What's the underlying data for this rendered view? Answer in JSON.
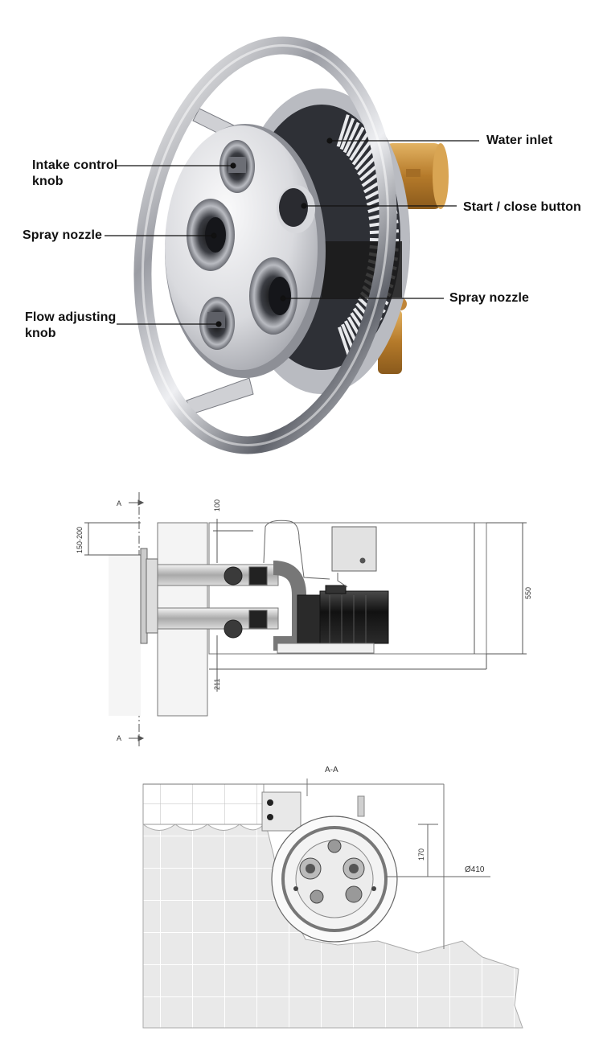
{
  "product_callouts": {
    "water_inlet": "Water inlet",
    "intake_control_knob": [
      "Intake control",
      "knob"
    ],
    "start_close_button": "Start / close button",
    "spray_nozzle_left": "Spray nozzle",
    "spray_nozzle_right": "Spray nozzle",
    "flow_adjusting_knob": [
      "Flow adjusting",
      "knob"
    ]
  },
  "side_view": {
    "section_mark_top": "A",
    "section_mark_bottom": "A",
    "dim_top_gap": "100",
    "dim_water_depth": "150-200",
    "dim_height": "550",
    "dim_bottom": "211"
  },
  "section_view": {
    "title": "A-A",
    "dim_center": "170",
    "dim_diameter": "Ø410"
  },
  "colors": {
    "steel_light": "#f2f3f5",
    "steel_dark": "#6d7078",
    "brass": "#c8923d",
    "drawing_line": "#555555",
    "tile_fill": "#e8e8e8"
  }
}
